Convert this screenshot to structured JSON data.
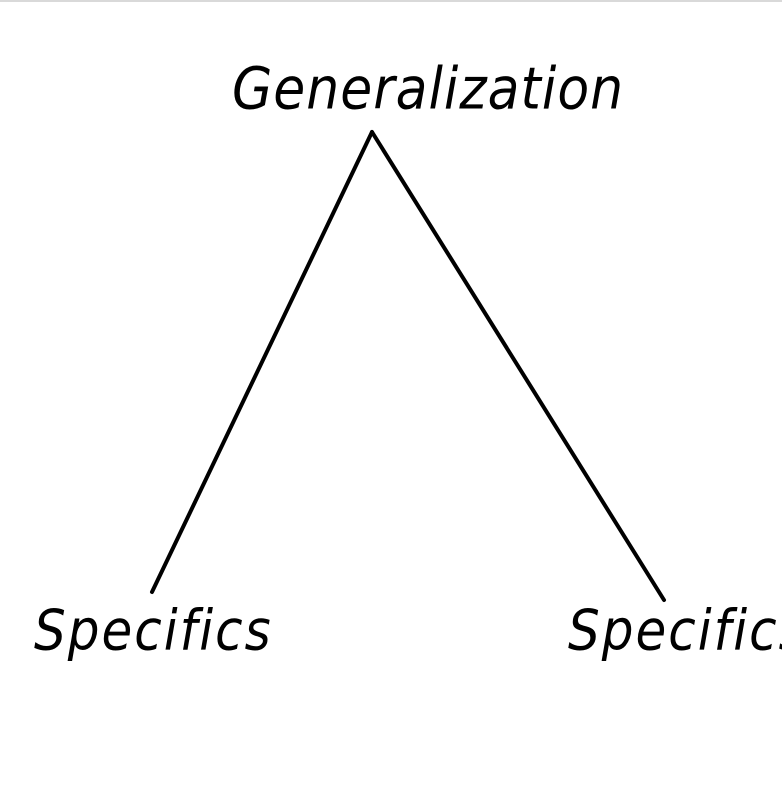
{
  "diagram": {
    "root": {
      "label": "Generalization"
    },
    "leaves": [
      {
        "label": "Specifics"
      },
      {
        "label": "Specifics"
      }
    ],
    "line_color": "#000000",
    "background": "#ffffff"
  }
}
